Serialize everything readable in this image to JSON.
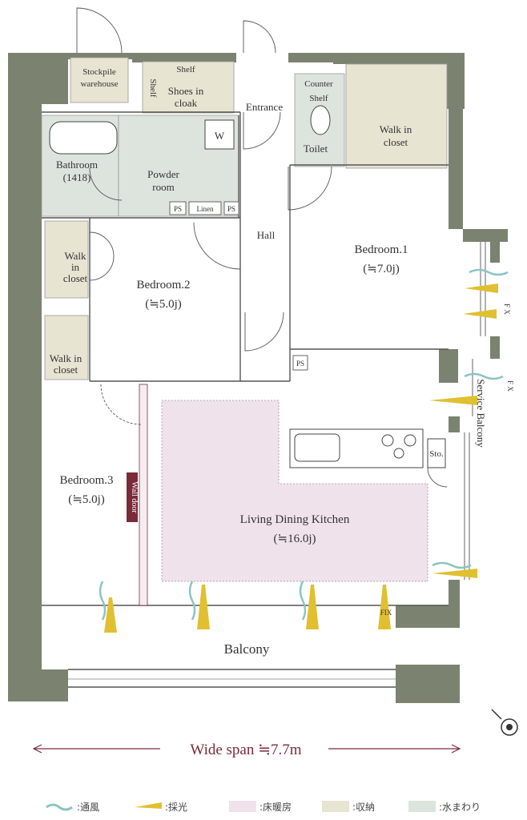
{
  "rooms": {
    "stockpile": [
      "Stockpile",
      "warehouse"
    ],
    "shelf_top": "Shelf",
    "shelf_side": "Shelf",
    "shoes": [
      "Shoes in",
      "cloak"
    ],
    "entrance": "Entrance",
    "counter": "Counter",
    "shelf_toilet": "Shelf",
    "toilet": "Toilet",
    "walkin_top": [
      "Walk in",
      "closet"
    ],
    "washer": "W",
    "bathroom": [
      "Bathroom",
      "(1418)"
    ],
    "powder": [
      "Powder",
      "room"
    ],
    "ps1": "PS",
    "linen": "Linen",
    "ps2": "PS",
    "hall": "Hall",
    "bedroom1": [
      "Bedroom.1",
      "(≒7.0j)"
    ],
    "walkin_left": [
      "Walk",
      "in",
      "closet"
    ],
    "bedroom2": [
      "Bedroom.2",
      "(≒5.0j)"
    ],
    "walkin_low": [
      "Walk in",
      "closet"
    ],
    "ps3": "PS",
    "fx1": "F X",
    "fx2": "F X",
    "service_balcony": "Service Balcony",
    "sto": "Sto.",
    "bedroom3": [
      "Bedroom.3",
      "(≒5.0j)"
    ],
    "wall_door": "Wall door",
    "ldk": [
      "Living Dining Kitchen",
      "(≒16.0j)"
    ],
    "fix_bottom": "FIX",
    "balcony": "Balcony"
  },
  "dimension": "Wide span ≒7.7m",
  "legend": [
    {
      "label": ":通風",
      "kind": "wave",
      "color": "#8cc4c4"
    },
    {
      "label": ":採光",
      "kind": "ray",
      "color": "#e0c030"
    },
    {
      "label": ":床暖房",
      "kind": "swatch",
      "color": "#efe2ea"
    },
    {
      "label": ":収納",
      "kind": "swatch",
      "color": "#e8e4d2"
    },
    {
      "label": ":水まわり",
      "kind": "swatch",
      "color": "#dde4de"
    }
  ],
  "colors": {
    "wall": "#7c8270",
    "storage": "#e8e4d2",
    "wet": "#dde4de",
    "floor_heat": "#efe2ea",
    "accent": "#7b2a3a"
  }
}
